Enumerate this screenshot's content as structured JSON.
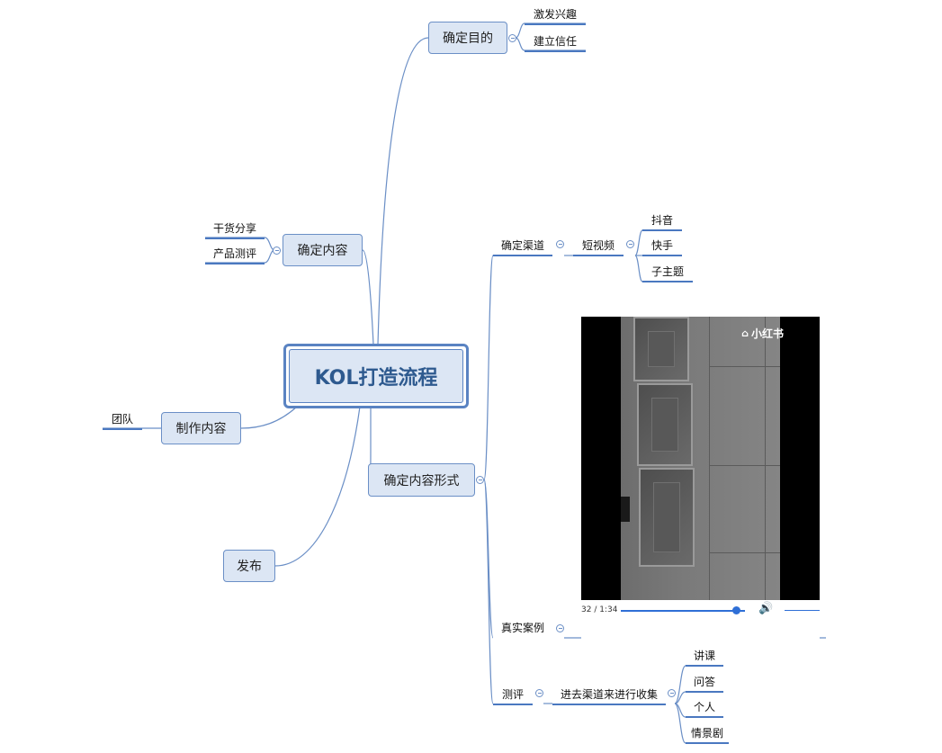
{
  "root": "KOL打造流程",
  "branches": {
    "purpose": {
      "label": "确定目的",
      "children": [
        "激发兴趣",
        "建立信任"
      ]
    },
    "content": {
      "label": "确定内容",
      "children": [
        "干货分享",
        "产品测评"
      ]
    },
    "produce": {
      "label": "制作内容",
      "children": [
        "团队"
      ]
    },
    "publish": {
      "label": "发布"
    },
    "format": {
      "label": "确定内容形式",
      "channel": {
        "label": "确定渠道",
        "short_video": {
          "label": "短视频",
          "children": [
            "抖音",
            "快手",
            "子主题"
          ]
        }
      },
      "case": {
        "label": "真实案例"
      },
      "review": {
        "label": "测评",
        "collect": {
          "label": "进去渠道来进行收集",
          "children": [
            "讲课",
            "问答",
            "个人",
            "情景剧"
          ]
        }
      }
    }
  },
  "video": {
    "logo": "小红书",
    "time": "32 / 1:34",
    "progress": 0.93,
    "logo_icon": "house-icon",
    "volume_icon": "speaker-icon"
  },
  "colors": {
    "connector": "#6b8fc6",
    "node_fill": "#dce6f4",
    "root_text": "#2e5a8f",
    "leaf_underline": "#4a78c0",
    "progress": "#2f6fd6"
  }
}
